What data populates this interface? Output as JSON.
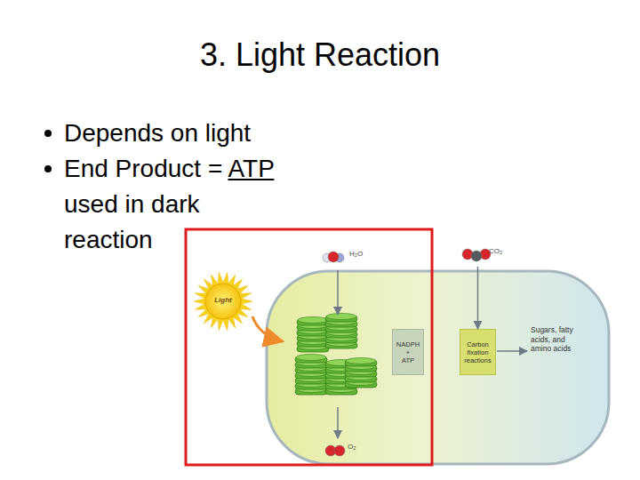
{
  "diagram": {
    "title": "3. Light Reaction",
    "nodes": [
      {
        "text": [
          "H₂O"
        ]
      },
      {
        "text": [
          "CO₂"
        ]
      },
      {
        "text": [
          "Light"
        ]
      },
      {
        "text": [
          "NADPH + ATP"
        ]
      },
      {
        "text": [
          "Carbon fixation reactions"
        ]
      },
      {
        "text": [
          "O₂"
        ]
      }
    ],
    "edges": [
      {
        "from": 1,
        "to": 4,
        "arrow": "to"
      }
    ],
    "labels": [
      "Depends on light",
      "End Product = ATP used in dark reaction",
      "Sugars, fatty acids, and amino acids"
    ]
  }
}
